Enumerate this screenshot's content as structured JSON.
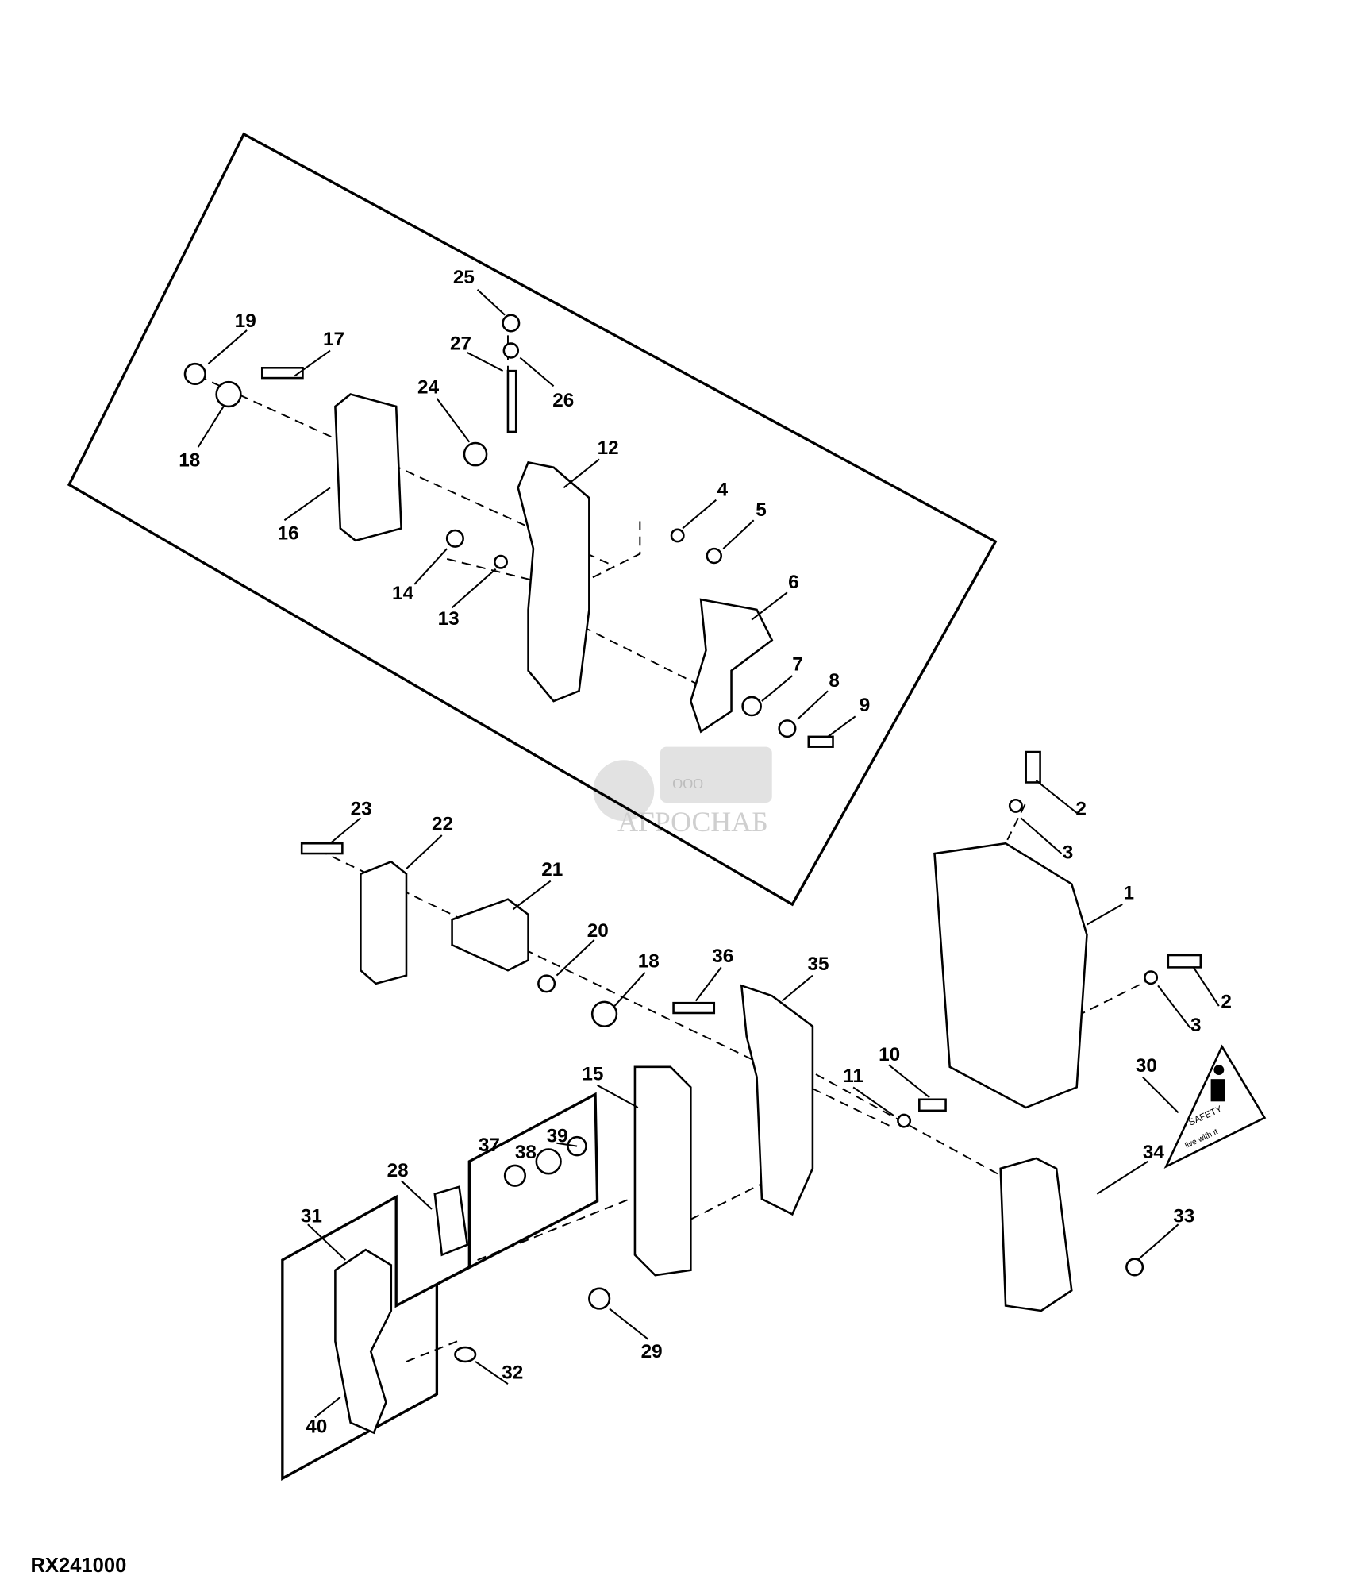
{
  "figure_id": "RX241000",
  "watermark": {
    "prefix": "ООО",
    "name": "АГРОСНАБ"
  },
  "safety_decal": {
    "title": "SAFETY",
    "subtitle": "live with it"
  },
  "callouts": [
    "25",
    "19",
    "17",
    "27",
    "26",
    "24",
    "18",
    "12",
    "16",
    "4",
    "5",
    "14",
    "13",
    "6",
    "7",
    "8",
    "9",
    "23",
    "22",
    "2",
    "3",
    "21",
    "1",
    "20",
    "18",
    "36",
    "35",
    "2",
    "3",
    "10",
    "11",
    "15",
    "30",
    "39",
    "38",
    "37",
    "28",
    "31",
    "34",
    "33",
    "29",
    "32",
    "40"
  ]
}
